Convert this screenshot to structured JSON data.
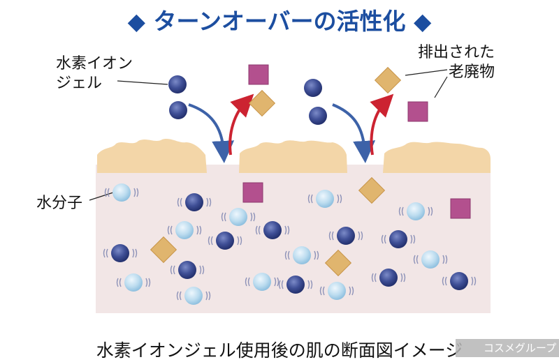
{
  "title": "◆ ターンオーバーの活性化 ◆",
  "labels": {
    "ion_gel_line1": "水素イオン",
    "ion_gel_line2": "ジェル",
    "waste_line1": "排出された",
    "waste_line2": "老廃物",
    "water": "水分子"
  },
  "caption": "水素イオンジェル使用後の肌の断面図イメージ",
  "watermark": "コスメグループ",
  "colors": {
    "title_blue": "#1c4ea0",
    "skin_layer": "#f2e6e6",
    "surface_cells": "#f3d6a8",
    "hydrogen_ion": "#3f4f96",
    "water_molecule": "#bcdcef",
    "waste_square": "#b3508e",
    "waste_diamond": "#e0b56e",
    "arrow_blue": "#3d62a8",
    "arrow_red": "#cc2331"
  },
  "legend": {
    "hydrogen_ion": "dark-blue-circle",
    "water_molecule": "light-blue-circle",
    "waste": [
      "magenta-square",
      "gold-diamond"
    ]
  }
}
